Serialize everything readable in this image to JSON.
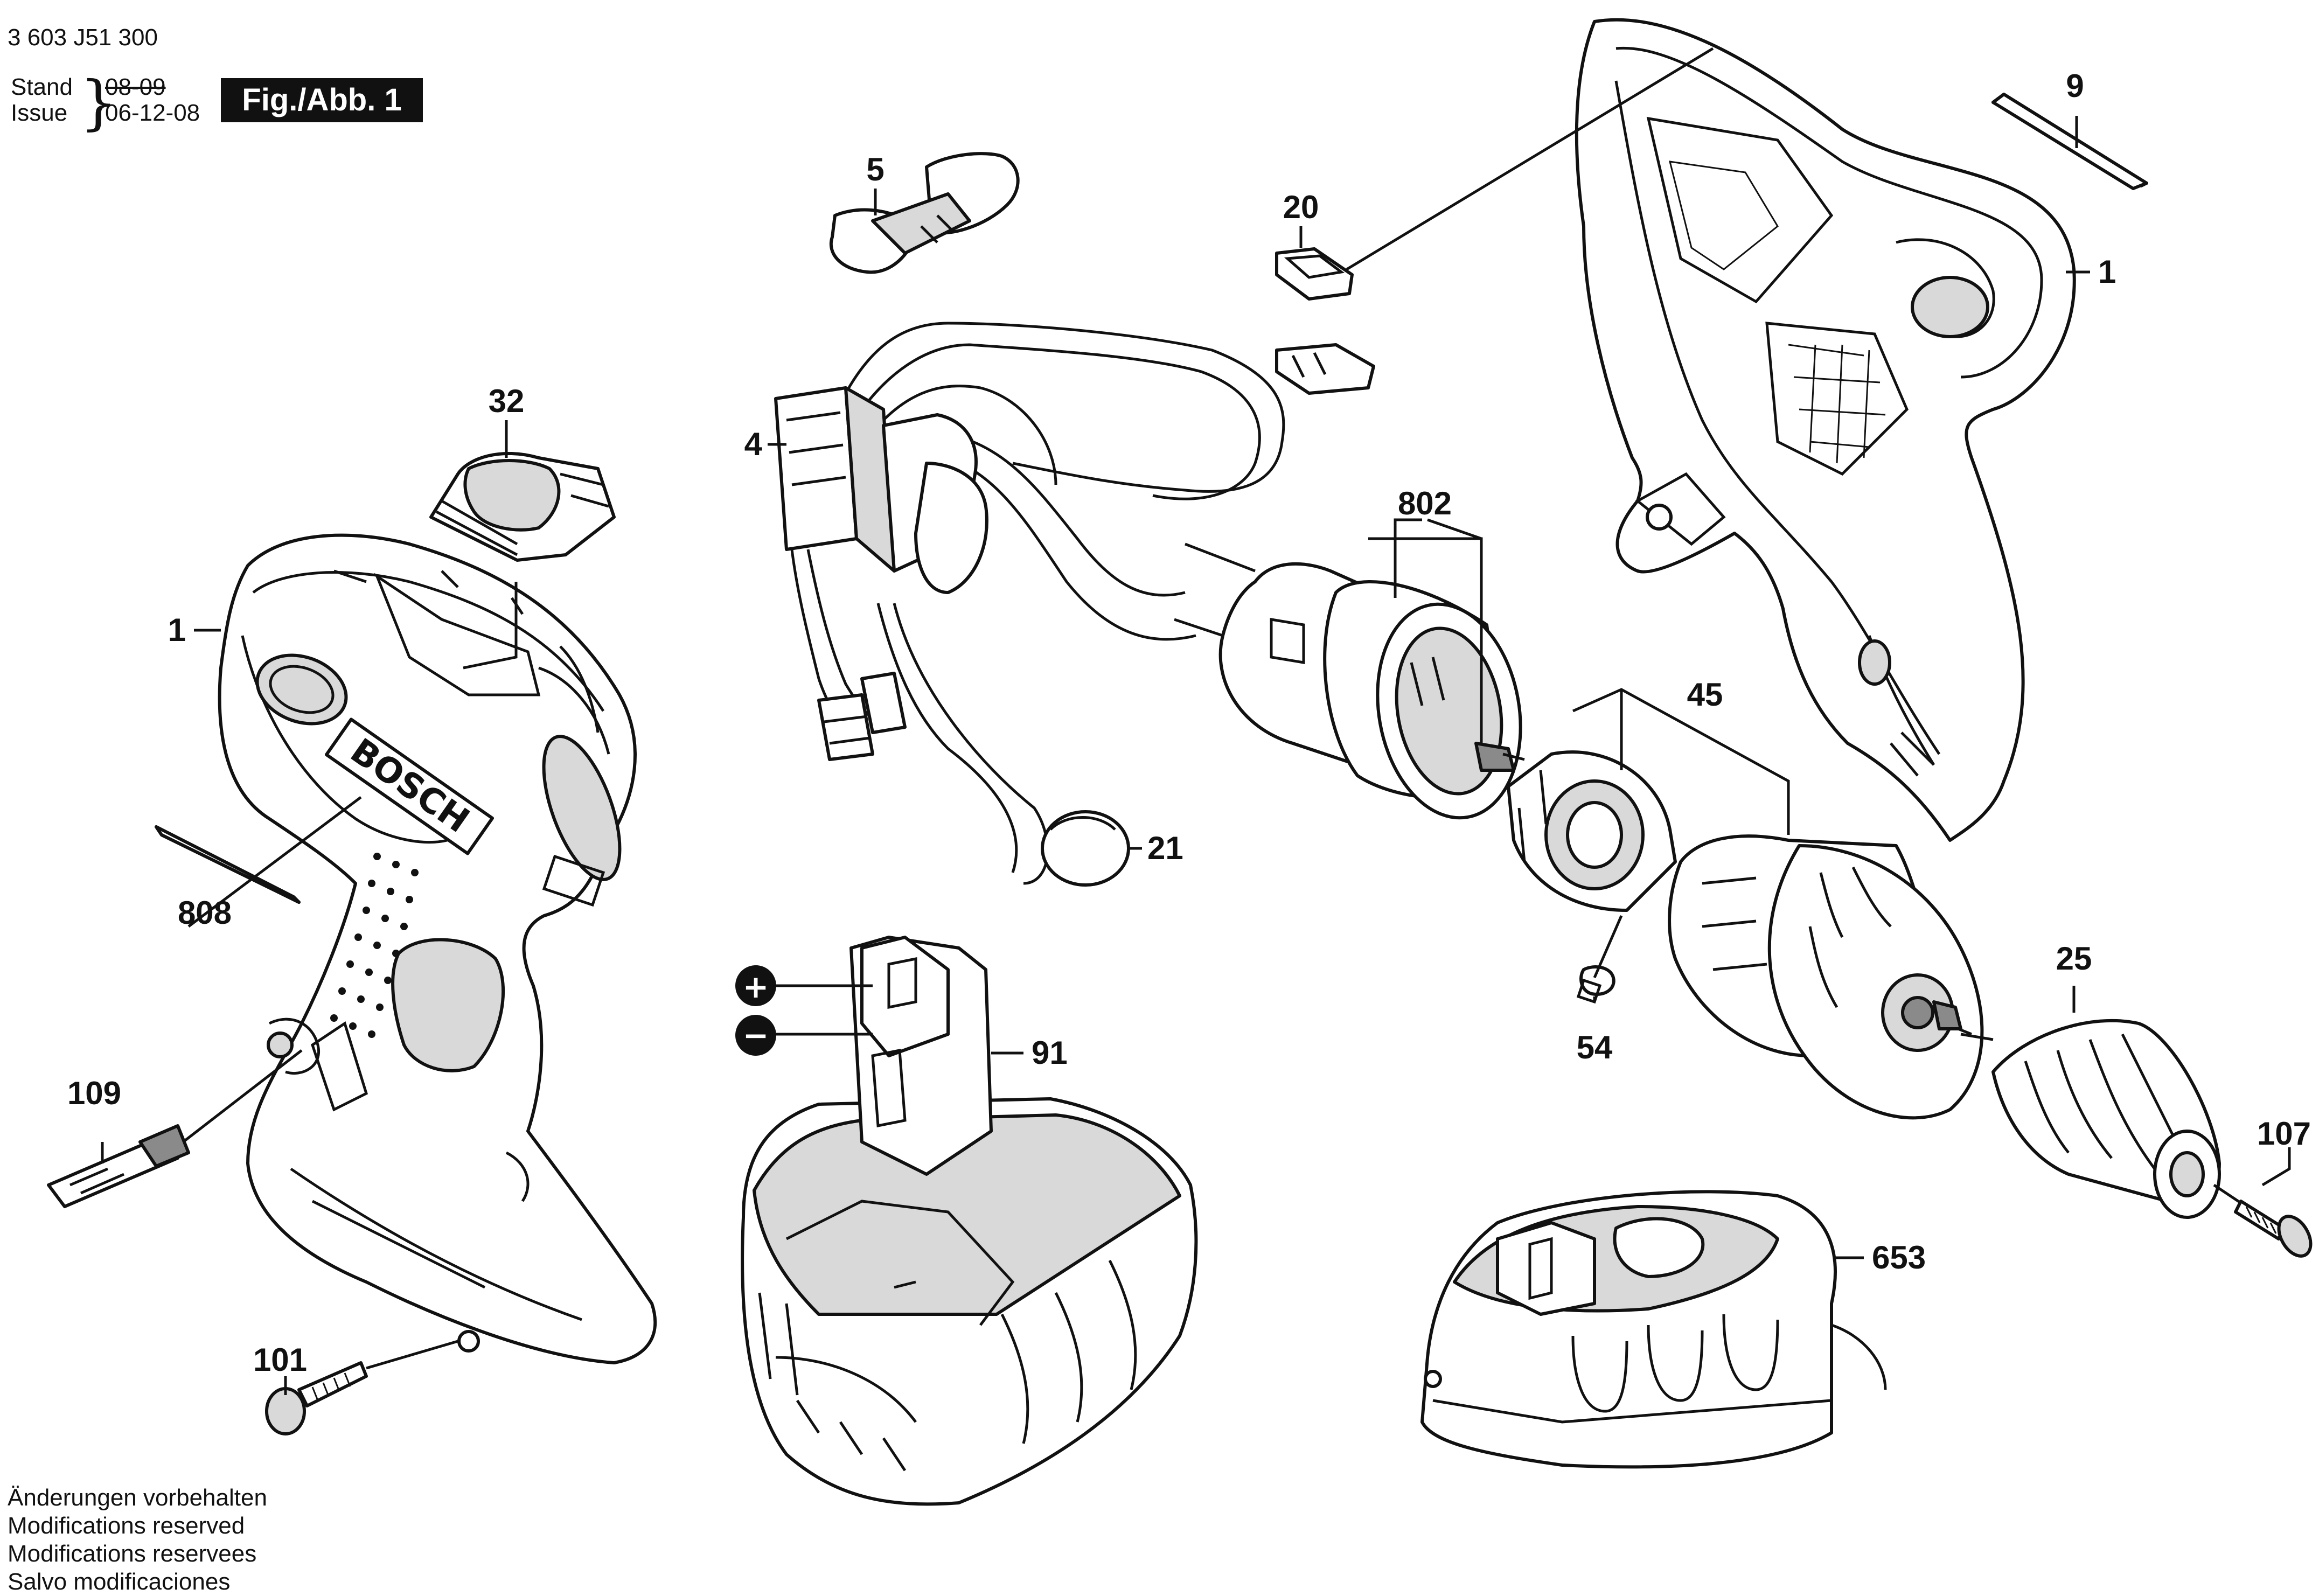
{
  "header": {
    "drawing_number": "3 603 J51 300",
    "stand_label": "Stand",
    "issue_label": "Issue",
    "old_date": "08-09",
    "issue_date": "06-12-08",
    "figure_label": "Fig./Abb. 1"
  },
  "footer": {
    "lines": [
      "Änderungen vorbehalten",
      "Modifications reserved",
      "Modifications reservees",
      "Salvo modificaciones"
    ]
  },
  "parts": [
    {
      "id": "part-9",
      "label": "9"
    },
    {
      "id": "part-1-right",
      "label": "1"
    },
    {
      "id": "part-20",
      "label": "20"
    },
    {
      "id": "part-5",
      "label": "5"
    },
    {
      "id": "part-32",
      "label": "32"
    },
    {
      "id": "part-4",
      "label": "4"
    },
    {
      "id": "part-802",
      "label": "802"
    },
    {
      "id": "part-1-left",
      "label": "1"
    },
    {
      "id": "part-45",
      "label": "45"
    },
    {
      "id": "part-21",
      "label": "21"
    },
    {
      "id": "part-808",
      "label": "808"
    },
    {
      "id": "part-54",
      "label": "54"
    },
    {
      "id": "part-25",
      "label": "25"
    },
    {
      "id": "part-91",
      "label": "91"
    },
    {
      "id": "part-109",
      "label": "109"
    },
    {
      "id": "part-107",
      "label": "107"
    },
    {
      "id": "part-653",
      "label": "653"
    },
    {
      "id": "part-101",
      "label": "101"
    }
  ],
  "battery_terminals": {
    "plus": "+",
    "minus": "−"
  },
  "brand_text": "BOSCH"
}
